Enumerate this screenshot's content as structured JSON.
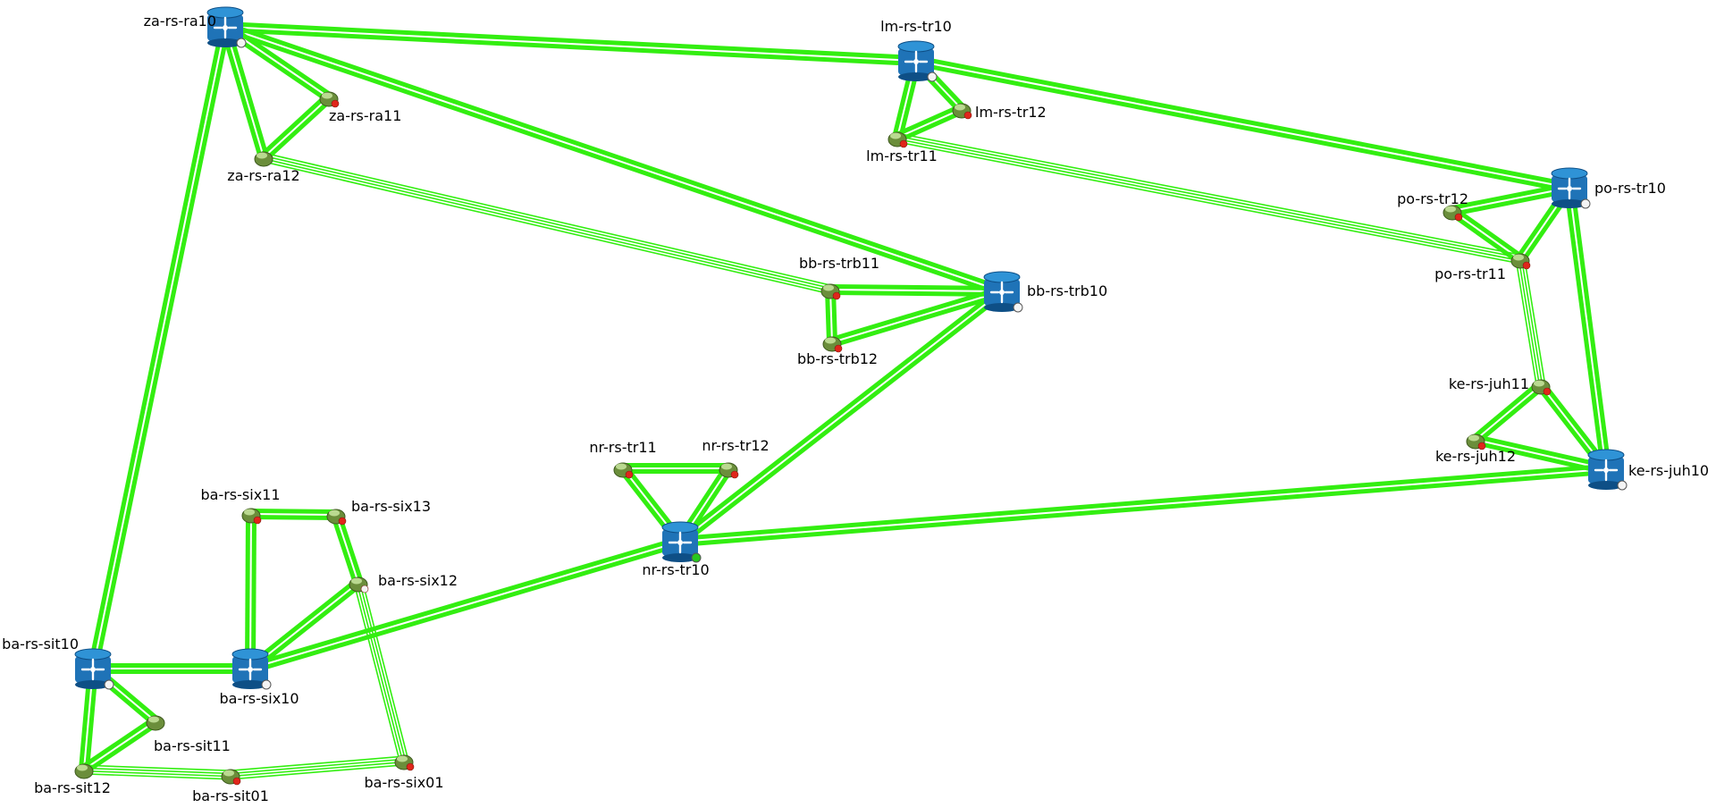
{
  "colors": {
    "link": "#33ee11",
    "link_gap": "#ffffff",
    "router_body": "#1f73b7",
    "router_top": "#2f93d6",
    "router_dark": "#0e4f86",
    "node_body": "#6b8e3b",
    "node_highlight": "#c8e6a0",
    "status_red": "#e0261b",
    "status_green": "#28c81e",
    "status_white": "#f4f4f4"
  },
  "nodes": [
    {
      "id": "za-rs-ra10",
      "label": "za-rs-ra10",
      "kind": "router",
      "status": "white"
    },
    {
      "id": "za-rs-ra11",
      "label": "za-rs-ra11",
      "kind": "host",
      "status": "red"
    },
    {
      "id": "za-rs-ra12",
      "label": "za-rs-ra12",
      "kind": "host",
      "status": "none"
    },
    {
      "id": "lm-rs-tr10",
      "label": "lm-rs-tr10",
      "kind": "router",
      "status": "white"
    },
    {
      "id": "lm-rs-tr11",
      "label": "lm-rs-tr11",
      "kind": "host",
      "status": "red"
    },
    {
      "id": "lm-rs-tr12",
      "label": "lm-rs-tr12",
      "kind": "host",
      "status": "red"
    },
    {
      "id": "po-rs-tr10",
      "label": "po-rs-tr10",
      "kind": "router",
      "status": "white"
    },
    {
      "id": "po-rs-tr11",
      "label": "po-rs-tr11",
      "kind": "host",
      "status": "red"
    },
    {
      "id": "po-rs-tr12",
      "label": "po-rs-tr12",
      "kind": "host",
      "status": "red"
    },
    {
      "id": "bb-rs-trb10",
      "label": "bb-rs-trb10",
      "kind": "router",
      "status": "white"
    },
    {
      "id": "bb-rs-trb11",
      "label": "bb-rs-trb11",
      "kind": "host",
      "status": "red"
    },
    {
      "id": "bb-rs-trb12",
      "label": "bb-rs-trb12",
      "kind": "host",
      "status": "red"
    },
    {
      "id": "ke-rs-juh10",
      "label": "ke-rs-juh10",
      "kind": "router",
      "status": "white"
    },
    {
      "id": "ke-rs-juh11",
      "label": "ke-rs-juh11",
      "kind": "host",
      "status": "red"
    },
    {
      "id": "ke-rs-juh12",
      "label": "ke-rs-juh12",
      "kind": "host",
      "status": "red"
    },
    {
      "id": "nr-rs-tr10",
      "label": "nr-rs-tr10",
      "kind": "router",
      "status": "green"
    },
    {
      "id": "nr-rs-tr11",
      "label": "nr-rs-tr11",
      "kind": "host",
      "status": "red"
    },
    {
      "id": "nr-rs-tr12",
      "label": "nr-rs-tr12",
      "kind": "host",
      "status": "red"
    },
    {
      "id": "ba-rs-six10",
      "label": "ba-rs-six10",
      "kind": "router",
      "status": "white"
    },
    {
      "id": "ba-rs-six11",
      "label": "ba-rs-six11",
      "kind": "host",
      "status": "red"
    },
    {
      "id": "ba-rs-six12",
      "label": "ba-rs-six12",
      "kind": "host",
      "status": "white"
    },
    {
      "id": "ba-rs-six13",
      "label": "ba-rs-six13",
      "kind": "host",
      "status": "red"
    },
    {
      "id": "ba-rs-six01",
      "label": "ba-rs-six01",
      "kind": "host",
      "status": "red"
    },
    {
      "id": "ba-rs-sit10",
      "label": "ba-rs-sit10",
      "kind": "router",
      "status": "white"
    },
    {
      "id": "ba-rs-sit11",
      "label": "ba-rs-sit11",
      "kind": "host",
      "status": "none"
    },
    {
      "id": "ba-rs-sit12",
      "label": "ba-rs-sit12",
      "kind": "host",
      "status": "none"
    },
    {
      "id": "ba-rs-sit01",
      "label": "ba-rs-sit01",
      "kind": "host",
      "status": "red"
    }
  ],
  "links": [
    {
      "from": "za-rs-ra10",
      "to": "lm-rs-tr10",
      "strands": 2
    },
    {
      "from": "za-rs-ra10",
      "to": "bb-rs-trb10",
      "strands": 2
    },
    {
      "from": "za-rs-ra10",
      "to": "ba-rs-sit10",
      "strands": 2
    },
    {
      "from": "za-rs-ra10",
      "to": "za-rs-ra11",
      "strands": 2
    },
    {
      "from": "za-rs-ra10",
      "to": "za-rs-ra12",
      "strands": 2
    },
    {
      "from": "za-rs-ra11",
      "to": "za-rs-ra12",
      "strands": 2
    },
    {
      "from": "za-rs-ra12",
      "to": "bb-rs-trb11",
      "strands": 4
    },
    {
      "from": "lm-rs-tr10",
      "to": "po-rs-tr10",
      "strands": 2
    },
    {
      "from": "lm-rs-tr10",
      "to": "lm-rs-tr11",
      "strands": 2
    },
    {
      "from": "lm-rs-tr10",
      "to": "lm-rs-tr12",
      "strands": 2
    },
    {
      "from": "lm-rs-tr11",
      "to": "lm-rs-tr12",
      "strands": 2
    },
    {
      "from": "lm-rs-tr11",
      "to": "po-rs-tr11",
      "strands": 4
    },
    {
      "from": "po-rs-tr10",
      "to": "po-rs-tr12",
      "strands": 2
    },
    {
      "from": "po-rs-tr10",
      "to": "po-rs-tr11",
      "strands": 2
    },
    {
      "from": "po-rs-tr12",
      "to": "po-rs-tr11",
      "strands": 2
    },
    {
      "from": "po-rs-tr10",
      "to": "ke-rs-juh10",
      "strands": 2
    },
    {
      "from": "po-rs-tr11",
      "to": "ke-rs-juh11",
      "strands": 4
    },
    {
      "from": "bb-rs-trb10",
      "to": "bb-rs-trb11",
      "strands": 2
    },
    {
      "from": "bb-rs-trb10",
      "to": "bb-rs-trb12",
      "strands": 2
    },
    {
      "from": "bb-rs-trb11",
      "to": "bb-rs-trb12",
      "strands": 2
    },
    {
      "from": "bb-rs-trb10",
      "to": "nr-rs-tr10",
      "strands": 2
    },
    {
      "from": "ke-rs-juh10",
      "to": "ke-rs-juh11",
      "strands": 2
    },
    {
      "from": "ke-rs-juh10",
      "to": "ke-rs-juh12",
      "strands": 2
    },
    {
      "from": "ke-rs-juh11",
      "to": "ke-rs-juh12",
      "strands": 2
    },
    {
      "from": "ke-rs-juh10",
      "to": "nr-rs-tr10",
      "strands": 2
    },
    {
      "from": "nr-rs-tr10",
      "to": "nr-rs-tr11",
      "strands": 2
    },
    {
      "from": "nr-rs-tr10",
      "to": "nr-rs-tr12",
      "strands": 2
    },
    {
      "from": "nr-rs-tr11",
      "to": "nr-rs-tr12",
      "strands": 2
    },
    {
      "from": "nr-rs-tr10",
      "to": "ba-rs-six10",
      "strands": 2
    },
    {
      "from": "ba-rs-six10",
      "to": "ba-rs-six11",
      "strands": 2
    },
    {
      "from": "ba-rs-six10",
      "to": "ba-rs-six12",
      "strands": 2
    },
    {
      "from": "ba-rs-six11",
      "to": "ba-rs-six13",
      "strands": 2
    },
    {
      "from": "ba-rs-six13",
      "to": "ba-rs-six12",
      "strands": 2
    },
    {
      "from": "ba-rs-six12",
      "to": "ba-rs-six01",
      "strands": 4
    },
    {
      "from": "ba-rs-six10",
      "to": "ba-rs-sit10",
      "strands": 2
    },
    {
      "from": "ba-rs-sit10",
      "to": "ba-rs-sit11",
      "strands": 2
    },
    {
      "from": "ba-rs-sit10",
      "to": "ba-rs-sit12",
      "strands": 2
    },
    {
      "from": "ba-rs-sit11",
      "to": "ba-rs-sit12",
      "strands": 2
    },
    {
      "from": "ba-rs-sit12",
      "to": "ba-rs-sit01",
      "strands": 4
    },
    {
      "from": "ba-rs-sit01",
      "to": "ba-rs-six01",
      "strands": 4
    }
  ]
}
